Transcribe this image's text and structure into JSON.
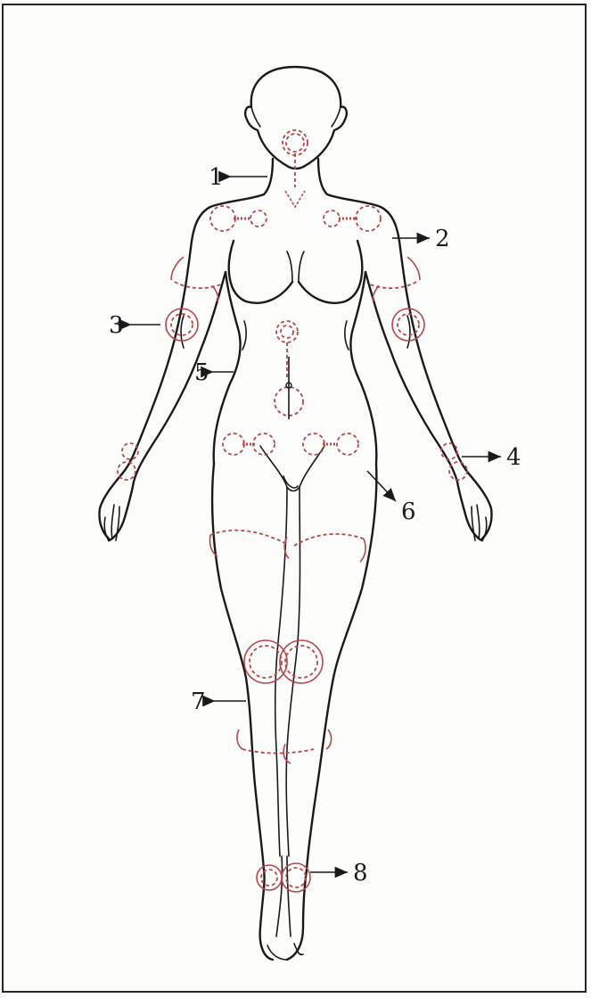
{
  "colors": {
    "outline": "#1a1a1a",
    "joint": "#b5474b",
    "background": "#fdfdfb"
  },
  "labels": [
    {
      "id": "1",
      "text": "1"
    },
    {
      "id": "2",
      "text": "2"
    },
    {
      "id": "3",
      "text": "3"
    },
    {
      "id": "4",
      "text": "4"
    },
    {
      "id": "5",
      "text": "5"
    },
    {
      "id": "6",
      "text": "6"
    },
    {
      "id": "7",
      "text": "7"
    },
    {
      "id": "8",
      "text": "8"
    }
  ]
}
